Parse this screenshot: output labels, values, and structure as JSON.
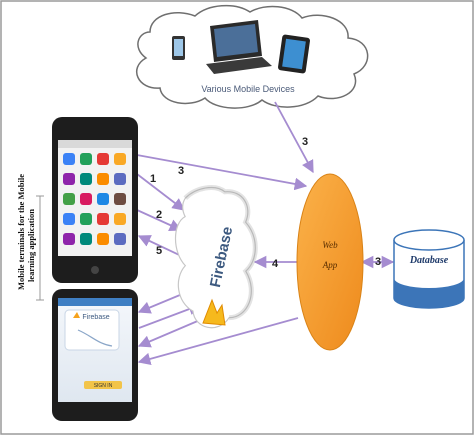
{
  "side_label": {
    "line1": "Mobile terminals for the Mobile",
    "line2": "learning application"
  },
  "cloud": {
    "label": "Various Mobile Devices"
  },
  "firebase": {
    "label": "Firebase"
  },
  "web_app": {
    "line1": "Web",
    "line2": "App"
  },
  "database": {
    "label": "Database"
  },
  "phone2": {
    "card_title": "Firebase",
    "button_label": "SIGN IN"
  },
  "arrow_labels": {
    "cloud_to_webapp": "3",
    "phone_to_webapp": "3",
    "phone_to_firebase_1": "1",
    "phone_to_firebase_2": "2",
    "firebase_to_phone_5": "5",
    "webapp_to_firebase": "4",
    "webapp_to_database": "3"
  },
  "colors": {
    "arrow": "#a58cd0",
    "web_app": "#f39b2a",
    "database": "#3c75b8",
    "phone_body": "#1d1d1d",
    "cloud_outline": "#6f6f6f"
  }
}
